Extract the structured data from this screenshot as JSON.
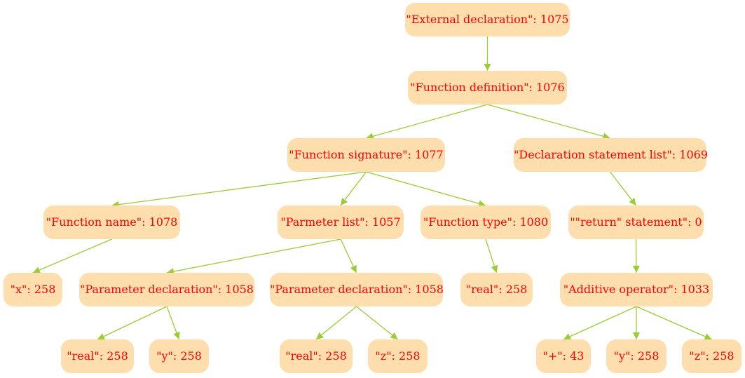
{
  "style": {
    "node_fill": "#FFDEAD",
    "text_color": "#FF0000",
    "edge_color": "#9ACD32"
  },
  "nodes": [
    {
      "id": "n1",
      "label": "\"External declaration\": 1075"
    },
    {
      "id": "n2",
      "label": "\"Function definition\": 1076"
    },
    {
      "id": "n3",
      "label": "\"Function signature\": 1077"
    },
    {
      "id": "n4",
      "label": "\"Declaration statement list\": 1069"
    },
    {
      "id": "n5",
      "label": "\"Function name\": 1078"
    },
    {
      "id": "n6",
      "label": "\"Parmeter list\": 1057"
    },
    {
      "id": "n7",
      "label": "\"Function type\": 1080"
    },
    {
      "id": "n8",
      "label": "\"\"return\" statement\": 0"
    },
    {
      "id": "n9",
      "label": "\"x\": 258"
    },
    {
      "id": "n10",
      "label": "\"Parameter declaration\": 1058"
    },
    {
      "id": "n11",
      "label": "\"Parameter declaration\": 1058"
    },
    {
      "id": "n12",
      "label": "\"real\": 258"
    },
    {
      "id": "n13",
      "label": "\"Additive operator\": 1033"
    },
    {
      "id": "n14",
      "label": "\"real\": 258"
    },
    {
      "id": "n15",
      "label": "\"y\": 258"
    },
    {
      "id": "n16",
      "label": "\"real\": 258"
    },
    {
      "id": "n17",
      "label": "\"z\": 258"
    },
    {
      "id": "n18",
      "label": "\"+\": 43"
    },
    {
      "id": "n19",
      "label": "\"y\": 258"
    },
    {
      "id": "n20",
      "label": "\"z\": 258"
    }
  ],
  "edges": [
    [
      "n1",
      "n2"
    ],
    [
      "n2",
      "n3"
    ],
    [
      "n2",
      "n4"
    ],
    [
      "n3",
      "n5"
    ],
    [
      "n3",
      "n6"
    ],
    [
      "n3",
      "n7"
    ],
    [
      "n4",
      "n8"
    ],
    [
      "n5",
      "n9"
    ],
    [
      "n6",
      "n10"
    ],
    [
      "n6",
      "n11"
    ],
    [
      "n7",
      "n12"
    ],
    [
      "n8",
      "n13"
    ],
    [
      "n10",
      "n14"
    ],
    [
      "n10",
      "n15"
    ],
    [
      "n11",
      "n16"
    ],
    [
      "n11",
      "n17"
    ],
    [
      "n13",
      "n18"
    ],
    [
      "n13",
      "n19"
    ],
    [
      "n13",
      "n20"
    ]
  ]
}
